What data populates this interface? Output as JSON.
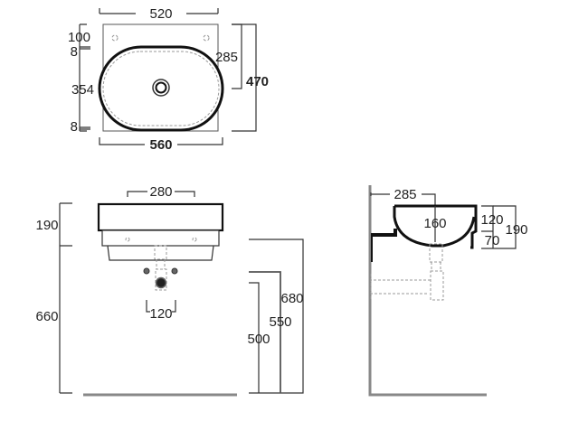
{
  "top_view": {
    "width_wall": "520",
    "width_basin": "560",
    "depth_total": "470",
    "depth_drain": "285",
    "left_dims": [
      "100",
      "8",
      "354",
      "8"
    ]
  },
  "front_view": {
    "drain_spacing": "280",
    "height_basin": "190",
    "height_mount": "660",
    "valve_spacing": "120",
    "heights": [
      "680",
      "550",
      "500"
    ]
  },
  "side_view": {
    "projection": "285",
    "bowl_depth": "160",
    "upper_height": "120",
    "lower_height": "70",
    "total_height": "190"
  }
}
